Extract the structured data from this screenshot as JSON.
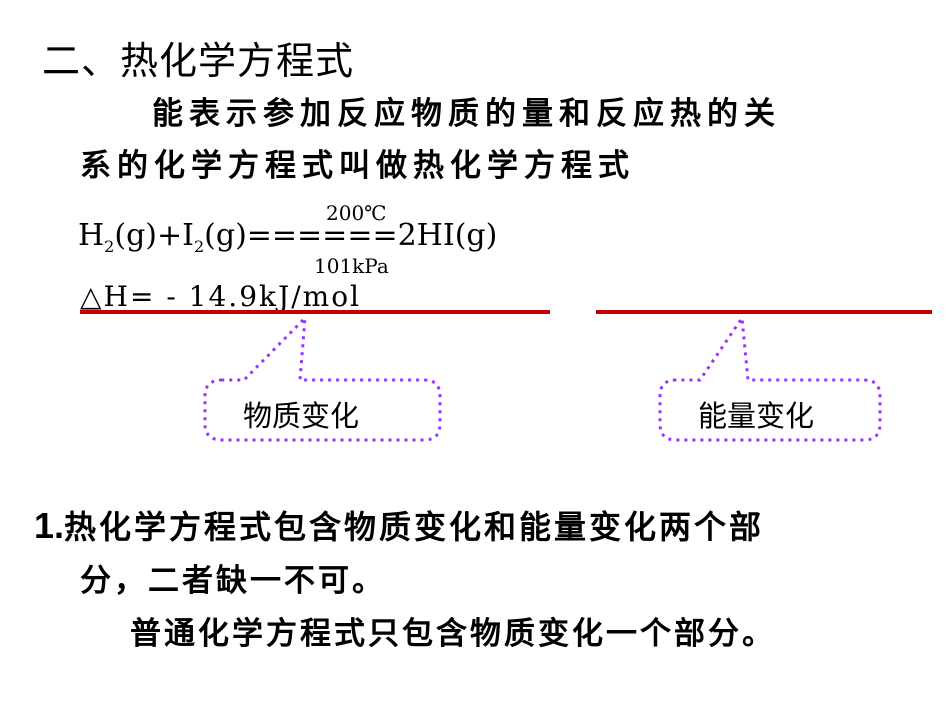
{
  "title": "二、热化学方程式",
  "definition": {
    "line1": "能表示参加反应物质的量和反应热的关",
    "line2": "系的化学方程式叫做热化学方程式"
  },
  "equation": {
    "h": "H",
    "h_sub": "2",
    "g1": "(g)+I",
    "i_sub": "2",
    "g2": "(g)======2HI(g)",
    "cond_top": "200℃",
    "cond_bottom": "101kPa",
    "delta_h": "△H= - 14.9kJ/mol"
  },
  "callouts": {
    "left": "物质变化",
    "right": "能量变化"
  },
  "points": {
    "num": "1.",
    "line1": "热化学方程式包含物质变化和能量变化两个部",
    "line2": "分，二者缺一不可。",
    "line3": "普通化学方程式只包含物质变化一个部分。"
  },
  "colors": {
    "underline": "#c00000",
    "callout_border": "#9933ff"
  }
}
